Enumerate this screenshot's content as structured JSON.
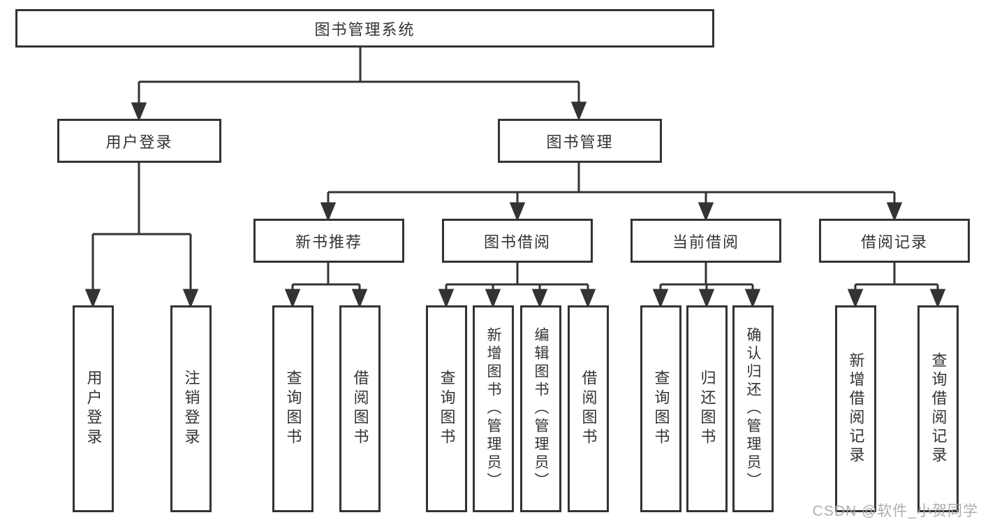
{
  "nodes": {
    "root": "图书管理系统",
    "user_login": "用户登录",
    "book_mgmt": "图书管理",
    "new_book_rec": "新书推荐",
    "book_borrow": "图书借阅",
    "current_borrow": "当前借阅",
    "borrow_records": "借阅记录",
    "leaf_user_login": "用户登录",
    "leaf_logout": "注销登录",
    "leaf_nbr_query_books": "查询图书",
    "leaf_nbr_borrow_books": "借阅图书",
    "leaf_bb_query_books": "查询图书",
    "leaf_bb_add_books_admin": "新增图书（管理员）",
    "leaf_bb_edit_books_admin": "编辑图书（管理员）",
    "leaf_bb_borrow_books": "借阅图书",
    "leaf_cb_query_books": "查询图书",
    "leaf_cb_return_books": "归还图书",
    "leaf_cb_confirm_return_admin": "确认归还（管理员）",
    "leaf_br_add_record": "新增借阅记录",
    "leaf_br_query_record": "查询借阅记录"
  },
  "watermark": {
    "text": "CSDN @软件_小贺同学"
  },
  "colors": {
    "line": "#333333",
    "text": "#333333",
    "background": "#ffffff",
    "watermark": "#a5a5a5"
  }
}
